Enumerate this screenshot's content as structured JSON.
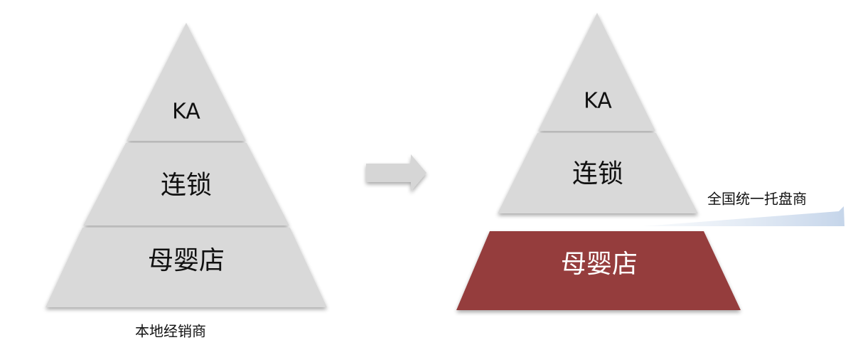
{
  "left_pyramid": {
    "tiers": [
      "KA",
      "连锁",
      "母婴店"
    ],
    "caption": "本地经销商"
  },
  "right_pyramid": {
    "tiers": [
      "KA",
      "连锁",
      "母婴店"
    ],
    "callout": "全国统一托盘商"
  },
  "colors": {
    "tier_fill": "#d9d9d9",
    "highlight_fill": "#953d3d",
    "arrow_fill": "#d6d6d6",
    "callout_fill": "#dce6f2"
  }
}
